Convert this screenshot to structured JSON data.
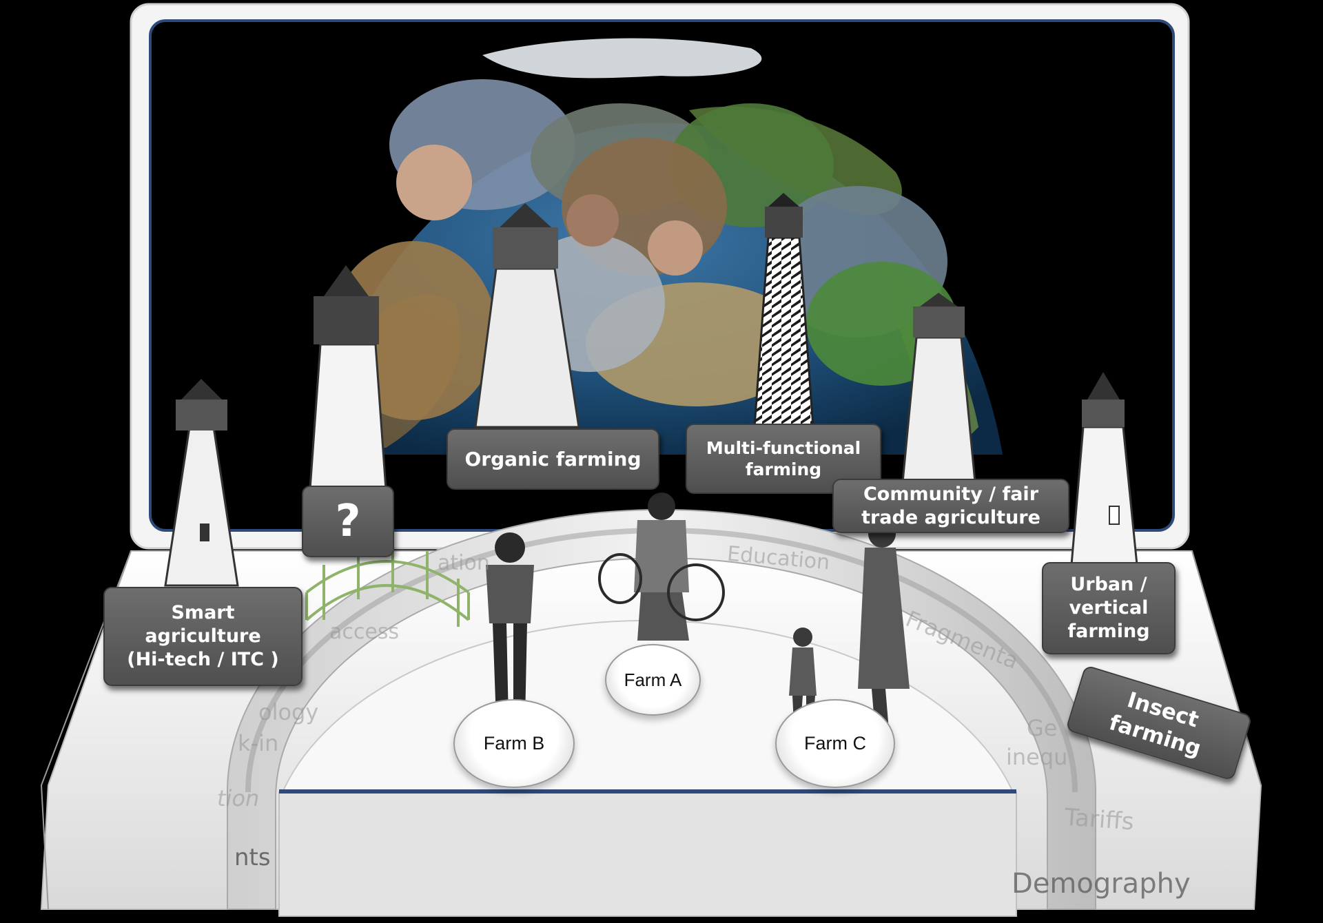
{
  "labels": {
    "smart": "Smart\nagriculture\n(Hi-tech / ITC )",
    "question": "?",
    "organic": "Organic farming",
    "multi": "Multi-functional\nfarming",
    "community": "Community / fair\ntrade agriculture",
    "urban": "Urban /\nvertical\nfarming",
    "insect": "Insect\nfarming"
  },
  "farms": {
    "a": "Farm A",
    "b": "Farm B",
    "c": "Farm C"
  },
  "arch_words": {
    "ation": "ation",
    "access": "access",
    "ology": "ology",
    "k_in": "k-in",
    "tion": "tion",
    "nts": "nts",
    "education": "Education",
    "fragmenta": "Fragmenta",
    "ge": "Ge",
    "inequ": "inequ",
    "tariffs": "Tariffs",
    "demography": "Demography"
  },
  "colors": {
    "label_bg": "#5e5e5e",
    "screen_frame": "#f4f4f4",
    "screen_border": "#2e4a7a",
    "globe_ocean": "#1f4f78",
    "globe_land": "#5c7a3a"
  }
}
